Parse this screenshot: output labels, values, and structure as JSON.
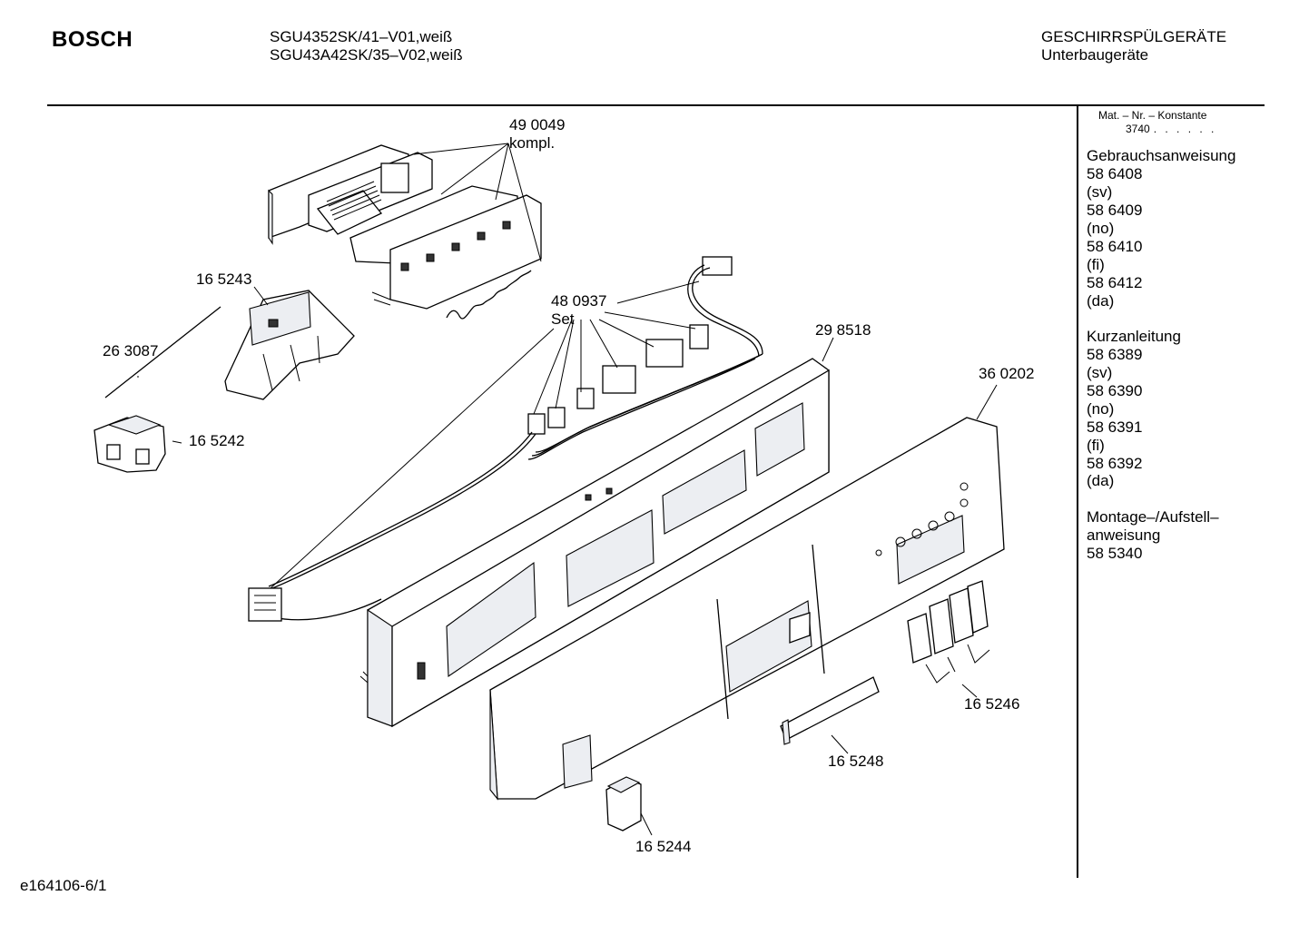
{
  "header": {
    "brand": "BOSCH",
    "models": [
      "SGU4352SK/41–V01,weiß",
      "SGU43A42SK/35–V02,weiß"
    ],
    "category": "GESCHIRRSPÜLGERÄTE",
    "subcategory": "Unterbaugeräte"
  },
  "sidebar": {
    "matnr_label": "Mat. – Nr. – Konstante",
    "constant": "3740",
    "constant_dots": ". . . . . .",
    "lines": [
      "Gebrauchsanweisung",
      "58 6408",
      "(sv)",
      "58 6409",
      "(no)",
      "58 6410",
      "(fi)",
      "58 6412",
      "(da)",
      "",
      "Kurzanleitung",
      "58 6389",
      "(sv)",
      "58 6390",
      "(no)",
      "58 6391",
      "(fi)",
      "58 6392",
      "(da)",
      "",
      "Montage–/Aufstell–",
      "anweisung",
      "58 5340"
    ]
  },
  "parts": {
    "p490049": "49 0049",
    "p490049_note": "kompl.",
    "p480937": "48 0937",
    "p480937_note": "Set",
    "p165243": "16 5243",
    "p263087": "26 3087",
    "p165242": "16 5242",
    "p298518": "29 8518",
    "p360202": "36 0202",
    "p165246": "16 5246",
    "p165248": "16 5248",
    "p165244": "16 5244"
  },
  "footer": {
    "code": "e164106-6/1"
  }
}
